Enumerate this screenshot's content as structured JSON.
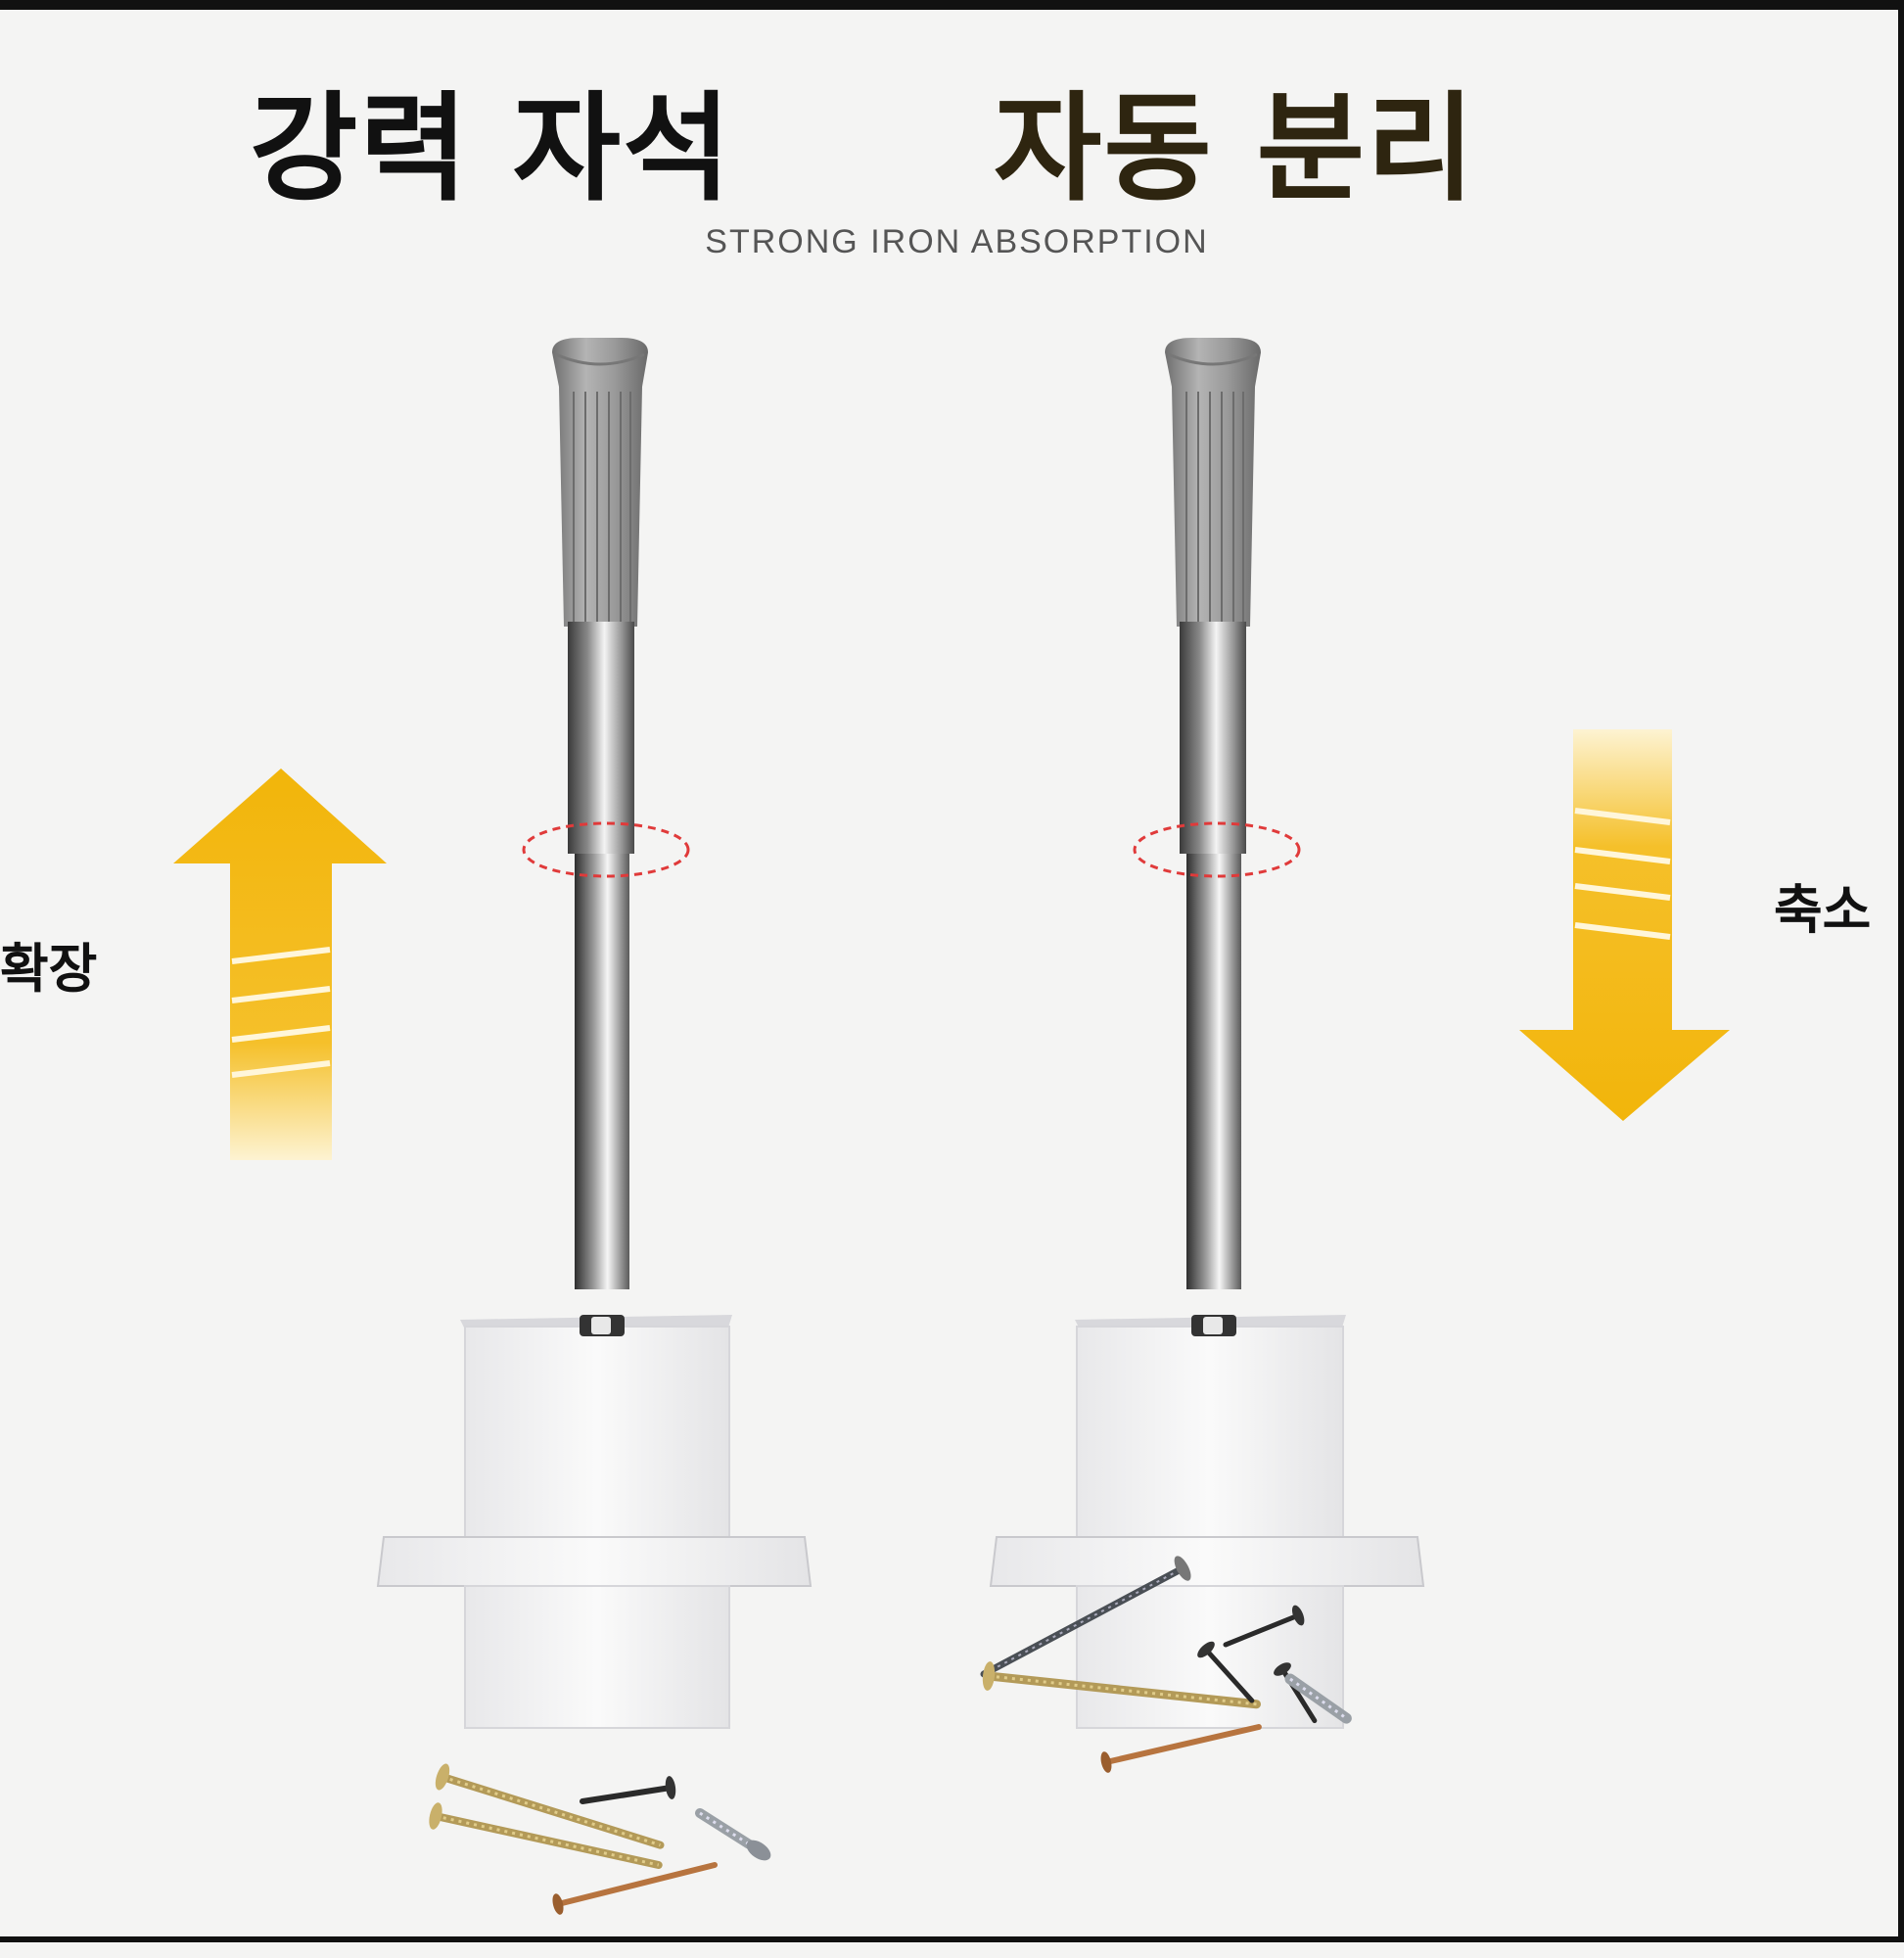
{
  "header": {
    "title_left": "강력 자석",
    "title_right": "자동 분리",
    "subtitle": "STRONG IRON ABSORPTION"
  },
  "labels": {
    "extend": "확장",
    "retract": "축소"
  },
  "colors": {
    "arrow_yellow": "#f2b50a",
    "highlight_ring": "#e03a3a",
    "handle_gray": "#8f8f8f",
    "title_dark": "#2e2510"
  },
  "icons": {
    "up_arrow": "up-arrow-icon",
    "down_arrow": "down-arrow-icon"
  }
}
